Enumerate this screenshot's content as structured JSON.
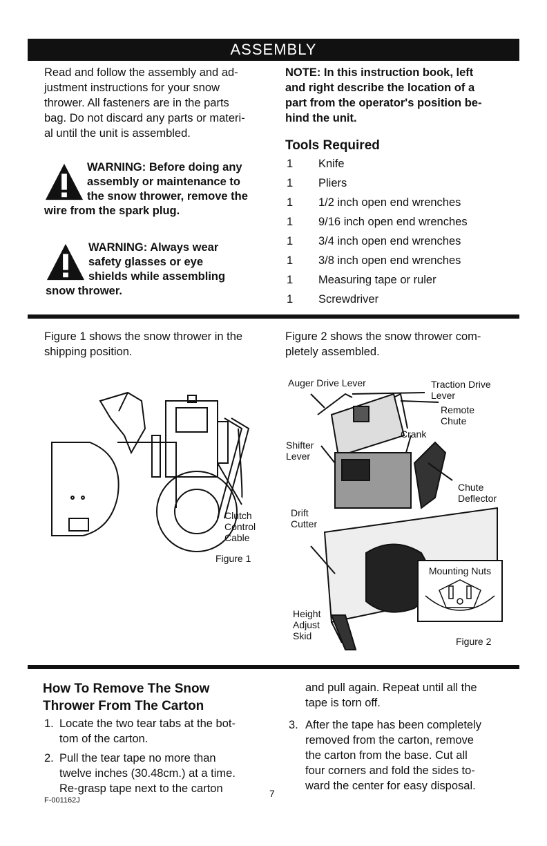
{
  "banner": "ASSEMBLY",
  "intro": {
    "line1": "Read and follow the assembly and ad-",
    "line2": "justment instructions for your snow",
    "line3": "thrower. All fasteners are in the parts",
    "line4": "bag. Do not discard any parts or materi-",
    "line5": "al until the unit is assembled."
  },
  "warning1": {
    "line1": "WARNING: Before doing any",
    "line2": "assembly or maintenance to",
    "line3": "the snow thrower, remove the",
    "line4": "wire from the spark plug."
  },
  "warning2": {
    "line1": "WARNING: Always wear",
    "line2": "safety glasses or eye",
    "line3": "shields while assembling",
    "line4": "snow thrower."
  },
  "note": {
    "line1": "NOTE: In this instruction book, left",
    "line2": "and right describe the location of a",
    "line3": "part from the operator's position be-",
    "line4": "hind the unit."
  },
  "tools": {
    "heading": "Tools Required",
    "items": [
      {
        "qty": "1",
        "name": "Knife"
      },
      {
        "qty": "1",
        "name": "Pliers"
      },
      {
        "qty": "1",
        "name": "1/2 inch open end wrenches"
      },
      {
        "qty": "1",
        "name": "9/16 inch open end wrenches"
      },
      {
        "qty": "1",
        "name": "3/4 inch open end wrenches"
      },
      {
        "qty": "1",
        "name": "3/8 inch open end wrenches"
      },
      {
        "qty": "1",
        "name": "Measuring tape or ruler"
      },
      {
        "qty": "1",
        "name": "Screwdriver"
      }
    ]
  },
  "figure1": {
    "caption_line1": "Figure 1 shows the snow thrower in the",
    "caption_line2": "shipping position.",
    "label_clutch1": "Clutch",
    "label_clutch2": "Control",
    "label_clutch3": "Cable",
    "title": "Figure 1"
  },
  "figure2": {
    "caption_line1": "Figure 2 shows the snow thrower com-",
    "caption_line2": "pletely assembled.",
    "auger": "Auger Drive Lever",
    "traction1": "Traction Drive",
    "traction2": "Lever",
    "remote1": "Remote",
    "remote2": "Chute",
    "crank": "Crank",
    "shifter1": "Shifter",
    "shifter2": "Lever",
    "chute1": "Chute",
    "chute2": "Deflector",
    "drift1": "Drift",
    "drift2": "Cutter",
    "mounting": "Mounting Nuts",
    "height1": "Height",
    "height2": "Adjust",
    "height3": "Skid",
    "title": "Figure 2"
  },
  "carton": {
    "heading1": "How To Remove The Snow",
    "heading2": "Thrower From The Carton",
    "step1_num": "1.",
    "step1_line1": "Locate the two tear tabs at the bot-",
    "step1_line2": "tom of the carton.",
    "step2_num": "2.",
    "step2_line1": "Pull the tear tape no more than",
    "step2_line2": "twelve inches (30.48cm.) at a time.",
    "step2_line3": "Re-grasp tape next to the carton",
    "step2_cont": "and pull again. Repeat until all the",
    "step2_cont2": "tape is torn off.",
    "step3_num": "3.",
    "step3_line1": "After the tape has been completely",
    "step3_line2": "removed from the carton, remove",
    "step3_line3": "the carton from the base. Cut all",
    "step3_line4": "four corners and fold the sides to-",
    "step3_line5": "ward the center for easy disposal."
  },
  "footer": {
    "code": "F-001162J",
    "page": "7"
  }
}
